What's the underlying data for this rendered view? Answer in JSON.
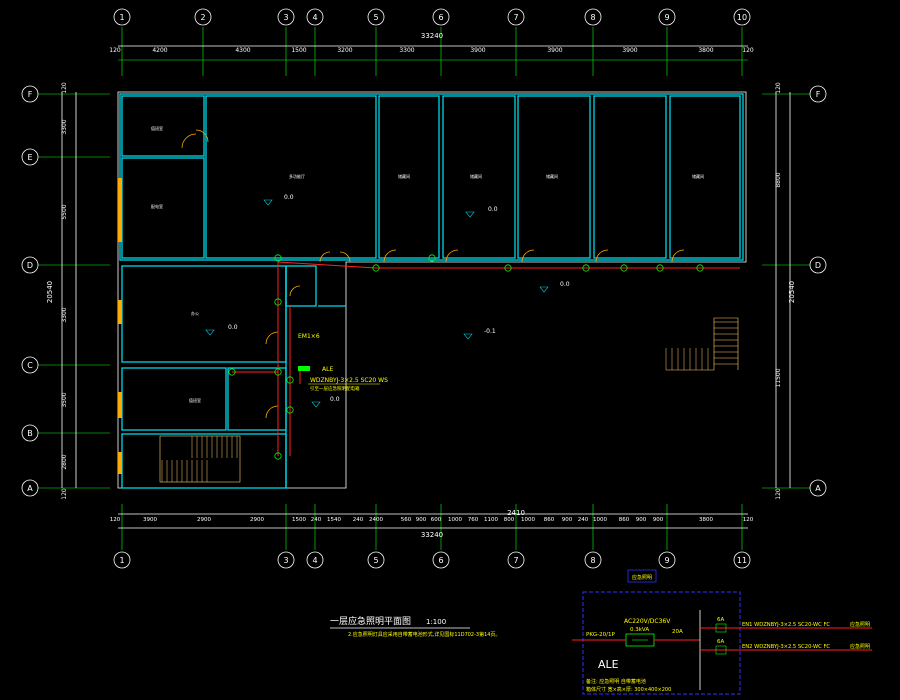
{
  "drawing": {
    "title": "一层应急照明平面图",
    "scale": "1:100",
    "note": "2.应急照明灯具应采用自带蓄电池形式,详见国标11D702-3第14页。"
  },
  "grid": {
    "columns": [
      "1",
      "2",
      "3",
      "4",
      "5",
      "6",
      "7",
      "8",
      "9",
      "10",
      "11"
    ],
    "rows": [
      "A",
      "B",
      "C",
      "D",
      "E",
      "F"
    ]
  },
  "dimensions": {
    "top_total": "33240",
    "top_segments": [
      "120",
      "4200",
      "4300",
      "1500",
      "3200",
      "3300",
      "3900",
      "3900",
      "3900",
      "3800",
      "120"
    ],
    "bottom_total": "33240",
    "bottom_subtotal": "2410",
    "bottom_segments": [
      "120",
      "3900",
      "2900",
      "2900",
      "1500",
      "240",
      "1540",
      "240",
      "2400",
      "560",
      "900",
      "600",
      "1000",
      "760",
      "1100",
      "800",
      "1000",
      "860",
      "900",
      "240",
      "1000",
      "860",
      "900",
      "900",
      "3800",
      "120"
    ],
    "left_total": "20540",
    "left_segments": [
      "120",
      "2800",
      "3500",
      "3300",
      "5500",
      "3300",
      "120"
    ],
    "right_total": "20540",
    "right_segments": [
      "120",
      "11500",
      "8800",
      "120"
    ]
  },
  "elevations": [
    "0.0",
    "0.0",
    "0.0",
    "0.0",
    "0.0",
    "-0.1"
  ],
  "rooms": {
    "top": [
      "值班室",
      "多功能厅",
      "储藏间",
      "储藏间",
      "储藏间",
      "储藏间"
    ],
    "left": [
      "配电室",
      "办公",
      "值班室"
    ]
  },
  "panel_labels": {
    "al_e": "ALE",
    "cable": "WDZNBYJ-3×2.5 SC20 WS",
    "cable_note": "引至一层应急照明配电箱",
    "ex_box": "EM1×6"
  },
  "schematic": {
    "header": "应急照明",
    "source_voltage": "AC220V/DC36V",
    "battery": "0.3kVA",
    "incoming": "PKG-20/1P",
    "main_breaker": "20A",
    "panel_name": "ALE",
    "circuits": [
      {
        "rating": "6A",
        "label": "EN1 WDZNBYJ-3×2.5 SC20-WC FC",
        "load": "应急照明"
      },
      {
        "rating": "6A",
        "label": "EN2 WDZNBYJ-3×2.5 SC20-WC FC",
        "load": "应急照明"
      }
    ],
    "footnote1": "备注: 应急照明 自带蓄电池",
    "footnote2": "箱体尺寸 宽×高×厚: 300×400×200"
  },
  "colors": {
    "grid": "#00ff00",
    "wall": "#00ffff",
    "wire": "#ff2020",
    "dim": "#ffffff",
    "door": "#ffaa00",
    "stair": "#ffcc66",
    "schematic_box": "#3030ff"
  }
}
